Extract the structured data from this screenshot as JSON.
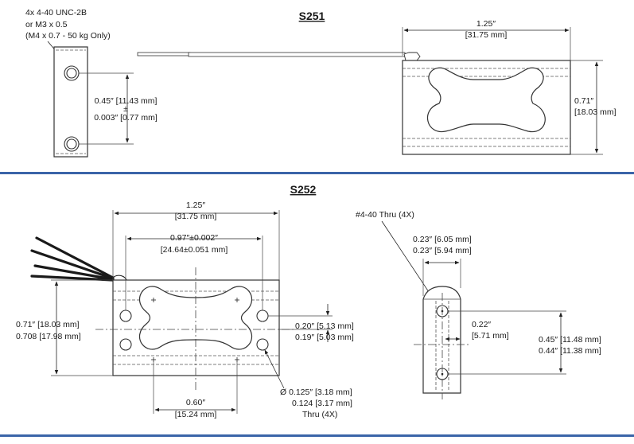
{
  "colors": {
    "divider": "#3a64a8",
    "line": "#333333"
  },
  "s251": {
    "title": "S251",
    "thread_note": [
      "4x 4-40 UNC-2B",
      "or M3 x 0.5",
      "(M4 x 0.7 - 50 kg Only)"
    ],
    "hole_spacing": [
      "0.45″ [11.43 mm]",
      "±",
      "0.003″ [0.77 mm]"
    ],
    "length": [
      "1.25″",
      "[31.75 mm]"
    ],
    "height": [
      "0.71″",
      "[18.03 mm]"
    ]
  },
  "s252": {
    "title": "S252",
    "length": [
      "1.25″",
      "[31.75 mm]"
    ],
    "mount_spacing": [
      "0.97″±0.002″",
      "[24.64±0.051 mm]"
    ],
    "height": [
      "0.71″ [18.03 mm]",
      "0.708 [17.98 mm]"
    ],
    "hole_offset": [
      "0.20″ [5.13 mm]",
      "0.19″ [5.03 mm]"
    ],
    "thru_hole": [
      "Ø 0.125″ [3.18 mm]",
      "0.124 [3.17 mm]",
      "Thru (4X)"
    ],
    "bottom_spacing": [
      "0.60″",
      "[15.24 mm]"
    ],
    "tap_note": "#4-40 Thru (4X)",
    "side_width": [
      "0.23″ [6.05 mm]",
      "0.23″ [5.94 mm]"
    ],
    "side_offset": [
      "0.22″",
      "[5.71 mm]"
    ],
    "side_hole_spacing": [
      "0.45″ [11.48 mm]",
      "0.44″ [11.38 mm]"
    ]
  }
}
